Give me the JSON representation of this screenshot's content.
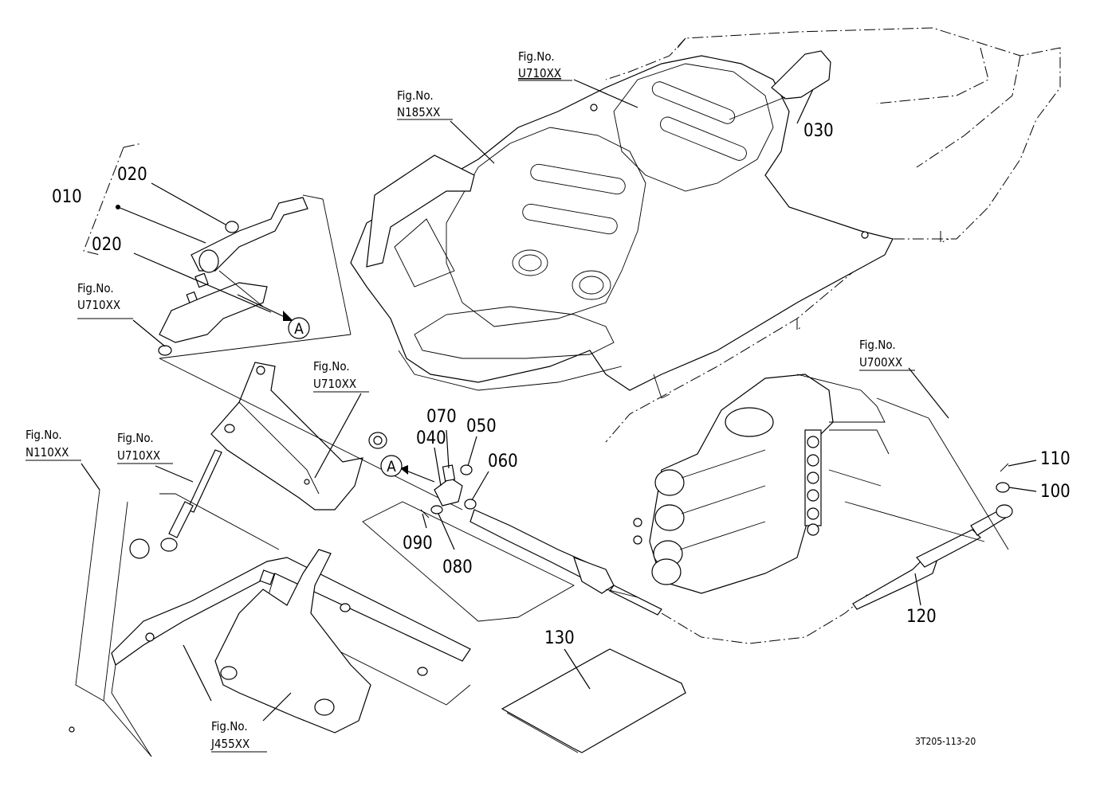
{
  "diagram": {
    "code": "3T205-113-20",
    "detail_marker": "A",
    "part_numbers": {
      "p010": "010",
      "p020a": "020",
      "p020b": "020",
      "p030": "030",
      "p040": "040",
      "p050": "050",
      "p060": "060",
      "p070": "070",
      "p080": "080",
      "p090": "090",
      "p100": "100",
      "p110": "110",
      "p120": "120",
      "p130": "130"
    },
    "fig_refs": {
      "fig_label": "Fig.No.",
      "u710_top": "U710XX",
      "n185": "N185XX",
      "u710_left": "U710XX",
      "u710_mid": "U710XX",
      "u710_lower": "U710XX",
      "n110": "N110XX",
      "u700": "U700XX",
      "j455": "J455XX"
    }
  }
}
